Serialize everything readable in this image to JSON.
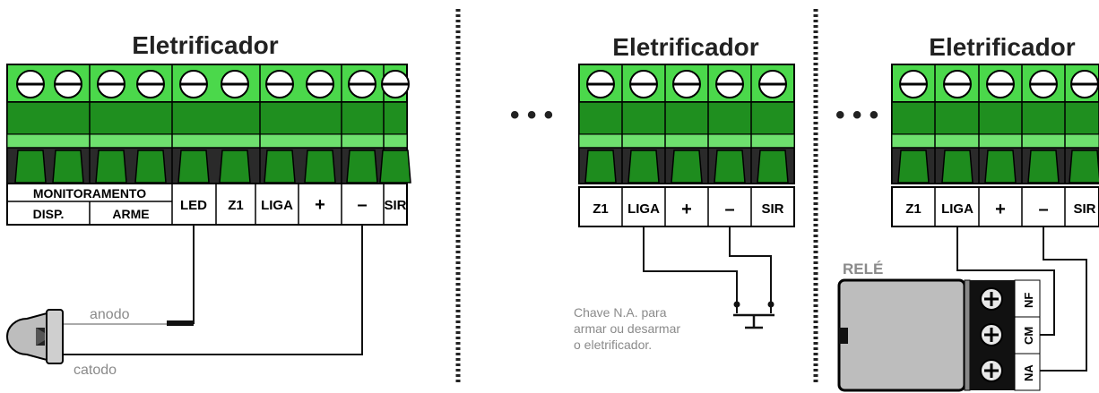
{
  "left": {
    "title": "Eletrificador",
    "labels": {
      "monitoramento": "MONITORAMENTO",
      "disp": "DISP.",
      "arme": "ARME",
      "led": "LED",
      "z1": "Z1",
      "liga": "LIGA",
      "plus": "+",
      "minus": "–",
      "sir": "SIR"
    },
    "anodo": "anodo",
    "catodo": "catodo"
  },
  "middle": {
    "title": "Eletrificador",
    "dots": "• • •",
    "labels": {
      "z1": "Z1",
      "liga": "LIGA",
      "plus": "+",
      "minus": "–",
      "sir": "SIR"
    },
    "note": [
      "Chave  N.A.  para",
      "armar ou desarmar",
      "o eletrificador."
    ]
  },
  "right": {
    "title": "Eletrificador",
    "dots": "• • •",
    "labels": {
      "z1": "Z1",
      "liga": "LIGA",
      "plus": "+",
      "minus": "–",
      "sir": "SIR"
    },
    "rele": "RELÉ",
    "pins": {
      "nf": "NF",
      "cm": "CM",
      "na": "NA"
    }
  },
  "colors": {
    "green_light": "#4bd84b",
    "green_mid": "#2fb52f",
    "green_dark": "#1a7a1a",
    "wire": "#111111",
    "gray_text": "#8a8a8a"
  }
}
